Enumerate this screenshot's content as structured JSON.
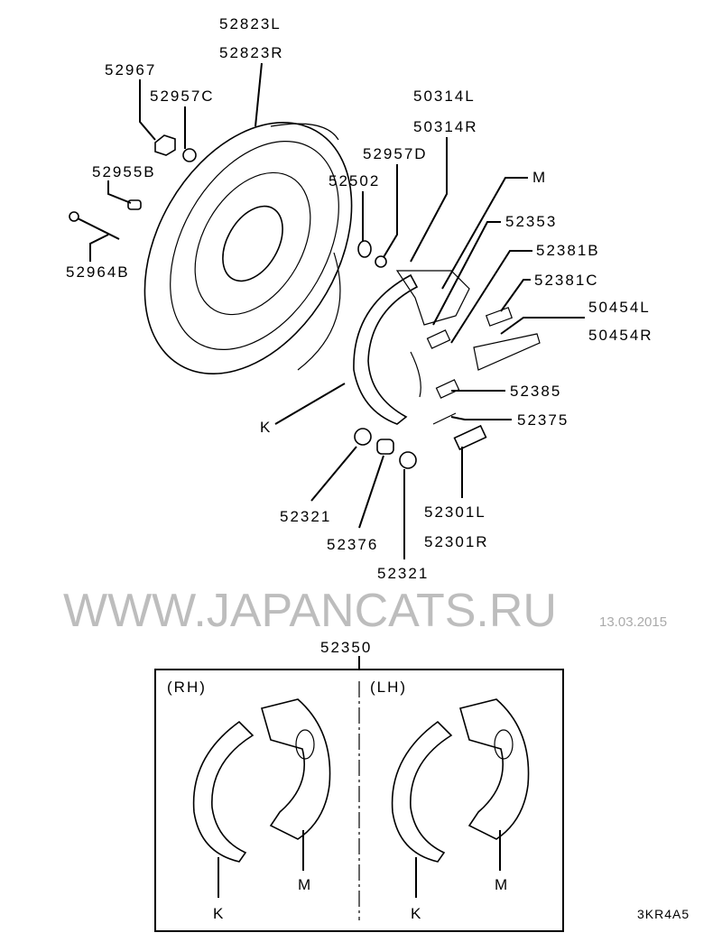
{
  "watermark": {
    "text": "WWW.JAPANCATS.RU",
    "date": "13.03.2015"
  },
  "labels": {
    "backing_plate_l": "52823L",
    "backing_plate_r": "52823R",
    "nut": "52967",
    "washer_c": "52957C",
    "bushing": "52955B",
    "bolt": "52964B",
    "plug": "52502",
    "washer_d": "52957D",
    "lever_l": "50314L",
    "lever_r": "50314R",
    "m_top": "M",
    "spring_53": "52353",
    "spring_81b": "52381B",
    "spring_81c": "52381C",
    "strut_l": "50454L",
    "strut_r": "50454R",
    "spring_85": "52385",
    "spring_75": "52375",
    "k_top": "K",
    "cap_left": "52321",
    "adjuster_spring": "52376",
    "cap_right": "52321",
    "adjuster_l": "52301L",
    "adjuster_r": "52301R",
    "shoe_kit": "52350",
    "rh": "(RH)",
    "lh": "(LH)",
    "k_rh": "K",
    "m_rh": "M",
    "k_lh": "K",
    "m_lh": "M",
    "diagram_code": "3KR4A5"
  }
}
